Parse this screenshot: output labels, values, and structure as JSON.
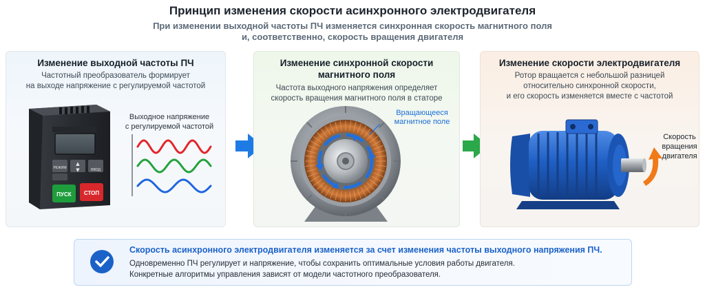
{
  "header": {
    "title": "Принцип изменения скорости асинхронного электродвигателя",
    "subtitle_line1": "При изменении выходной частоты ПЧ изменяется синхронная скорость магнитного поля",
    "subtitle_line2": "и, соответственно, скорость вращения двигателя"
  },
  "panels": [
    {
      "title": "Изменение выходной частоты ПЧ",
      "desc_line1": "Частотный преобразователь формирует",
      "desc_line2": "на выходе напряжение с регулируемой частотой",
      "wave_label_line1": "Выходное напряжение",
      "wave_label_line2": "с регулируемой частотой",
      "vfd_buttons": {
        "mode": "РЕЖИМ",
        "up": "▲",
        "down": "▼",
        "enter": "ВВОД",
        "run": "ПУСК",
        "stop": "СТОП"
      }
    },
    {
      "title_line1": "Изменение синхронной скорости",
      "title_line2": "магнитного поля",
      "desc_line1": "Частота выходного напряжения определяет",
      "desc_line2": "скорость вращения магнитного поля в статоре",
      "field_label_line1": "Вращающееся",
      "field_label_line2": "магнитное поле"
    },
    {
      "title": "Изменение скорости электродвигателя",
      "desc_line1": "Ротор вращается с небольшой разницей",
      "desc_line2": "относительно синхронной скорости,",
      "desc_line3": "и его скорость изменяется вместе с частотой",
      "rot_label_line1": "Скорость",
      "rot_label_line2": "вращения",
      "rot_label_line3": "двигателя"
    }
  ],
  "note": {
    "headline": "Скорость асинхронного электродвигателя изменяется за счет изменения частоты выходного напряжения ПЧ.",
    "line1": "Одновременно ПЧ регулирует и напряжение, чтобы сохранить оптимальные условия работы двигателя.",
    "line2": "Конкретные алгоритмы управления зависят от модели частотного преобразователя."
  },
  "colors": {
    "accent_blue": "#1b62c8",
    "arrow_blue": "#1e7be6",
    "arrow_green": "#2aa84a",
    "wave_red": "#e3262b",
    "wave_green": "#25a23c",
    "wave_blue": "#1f66dd",
    "motor_blue": "#1f5fc4",
    "rotation_orange": "#f07a18"
  }
}
